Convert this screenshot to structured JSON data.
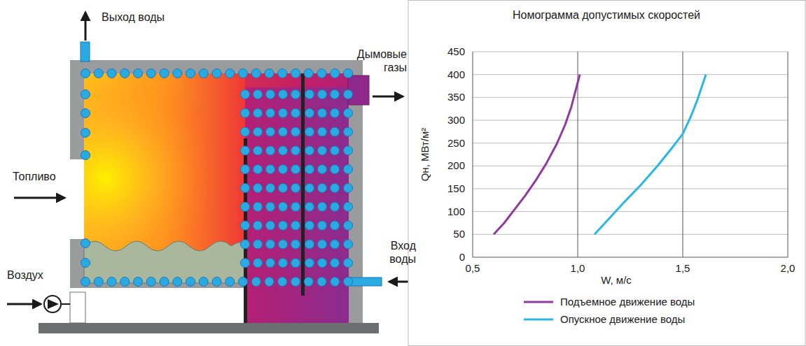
{
  "diagram": {
    "title": "Номограмма допустимых скоростей",
    "labels": [
      "Выход воды",
      "Дымовые газы",
      "Топливо",
      "Вход воды",
      "Воздух",
      "0",
      "50",
      "100",
      "150",
      "200",
      "250",
      "300",
      "350",
      "400",
      "450",
      "Qн, МВт/м²",
      "0,5",
      "1,0",
      "1,5",
      "2,0",
      "W, м/с"
    ],
    "legend": [
      {
        "text": "Подъемное движение воды"
      },
      {
        "text": "Опускное движение воды"
      }
    ]
  }
}
